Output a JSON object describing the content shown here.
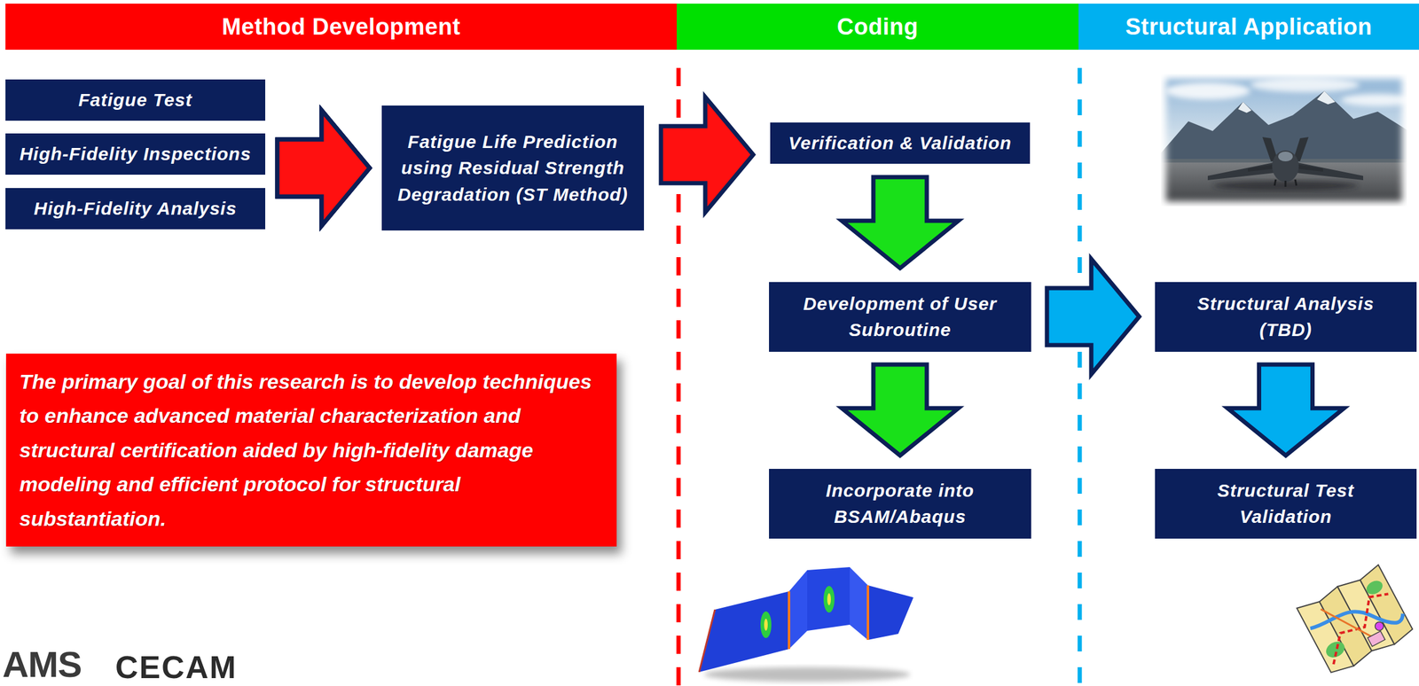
{
  "diagram": {
    "nodes": [
      {
        "text": [
          "Method Development"
        ]
      },
      {
        "text": [
          "Coding"
        ]
      },
      {
        "text": [
          "Structural Application"
        ]
      },
      {
        "text": [
          "Fatigue Test"
        ]
      },
      {
        "text": [
          "High-Fidelity Inspections"
        ]
      },
      {
        "text": [
          "High-Fidelity Analysis"
        ]
      },
      {
        "text": [
          "Fatigue Life Prediction using Residual Strength Degradation (ST Method)"
        ]
      },
      {
        "text": [
          "Verification & Validation"
        ]
      },
      {
        "text": [
          "Development of User Subroutine"
        ]
      },
      {
        "text": [
          "Incorporate into BSAM/Abaqus"
        ]
      },
      {
        "text": [
          "Structural Analysis (TBD)"
        ]
      },
      {
        "text": [
          "Structural Test Validation"
        ]
      },
      {
        "text": [
          "The primary goal of this research is to develop techniques to enhance advanced material characterization and structural certification aided by high-fidelity damage modeling and efficient protocol for structural substantiation."
        ]
      }
    ],
    "edges": [
      {
        "from": 3,
        "to": 6,
        "arrow": "to"
      },
      {
        "from": 4,
        "to": 6,
        "arrow": "to"
      },
      {
        "from": 5,
        "to": 6,
        "arrow": "to"
      },
      {
        "from": 6,
        "to": 7,
        "arrow": "to"
      },
      {
        "from": 7,
        "to": 8,
        "arrow": "to"
      },
      {
        "from": 8,
        "to": 9,
        "arrow": "to"
      },
      {
        "from": 8,
        "to": 10,
        "arrow": "to"
      },
      {
        "from": 10,
        "to": 11,
        "arrow": "to"
      }
    ],
    "labels": [
      "AMS",
      "CECAM"
    ]
  }
}
